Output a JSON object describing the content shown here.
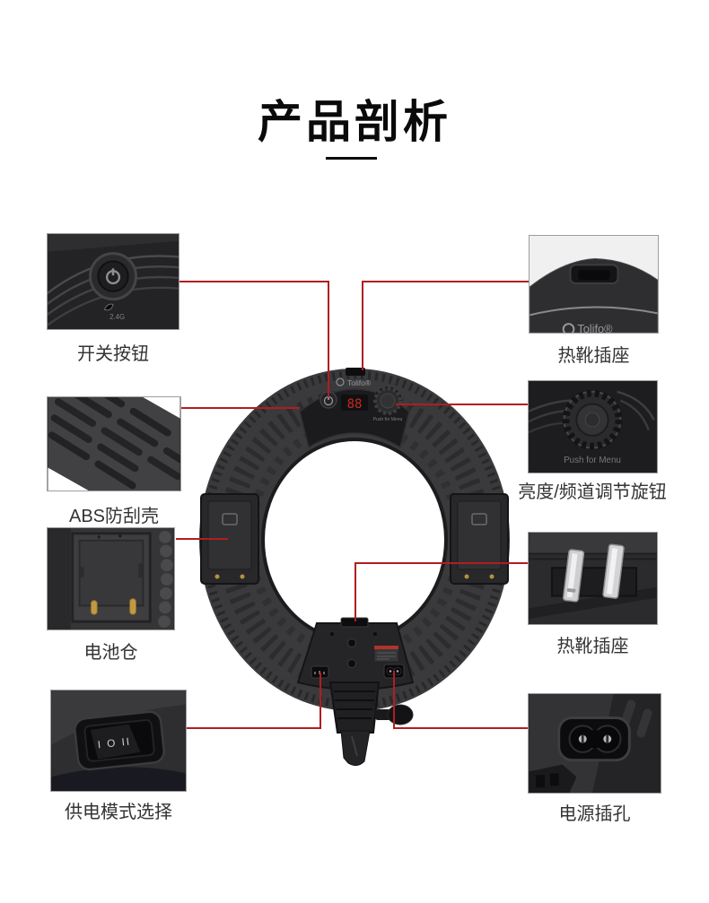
{
  "page": {
    "title": "产品剖析",
    "background": "#ffffff",
    "accent": "#b01e20"
  },
  "product": {
    "brand_logo": "Tolifo®",
    "display_value": "88",
    "knob_caption": "Push for Menu"
  },
  "callouts": [
    {
      "id": "power-button",
      "label": "开关按钮",
      "detail": "2.4G"
    },
    {
      "id": "hot-shoe-socket",
      "label": "热靴插座",
      "brand": "Tolifo®"
    },
    {
      "id": "abs-shell",
      "label": "ABS防刮壳"
    },
    {
      "id": "brightness-channel-knob",
      "label": "亮度/频道调节旋钮",
      "caption": "Push for Menu"
    },
    {
      "id": "battery-bay",
      "label": "电池仓"
    },
    {
      "id": "hot-shoe-mount",
      "label": "热靴插座"
    },
    {
      "id": "power-mode-switch",
      "label": "供电模式选择",
      "markings": "I O II"
    },
    {
      "id": "power-inlet",
      "label": "电源插孔"
    }
  ]
}
